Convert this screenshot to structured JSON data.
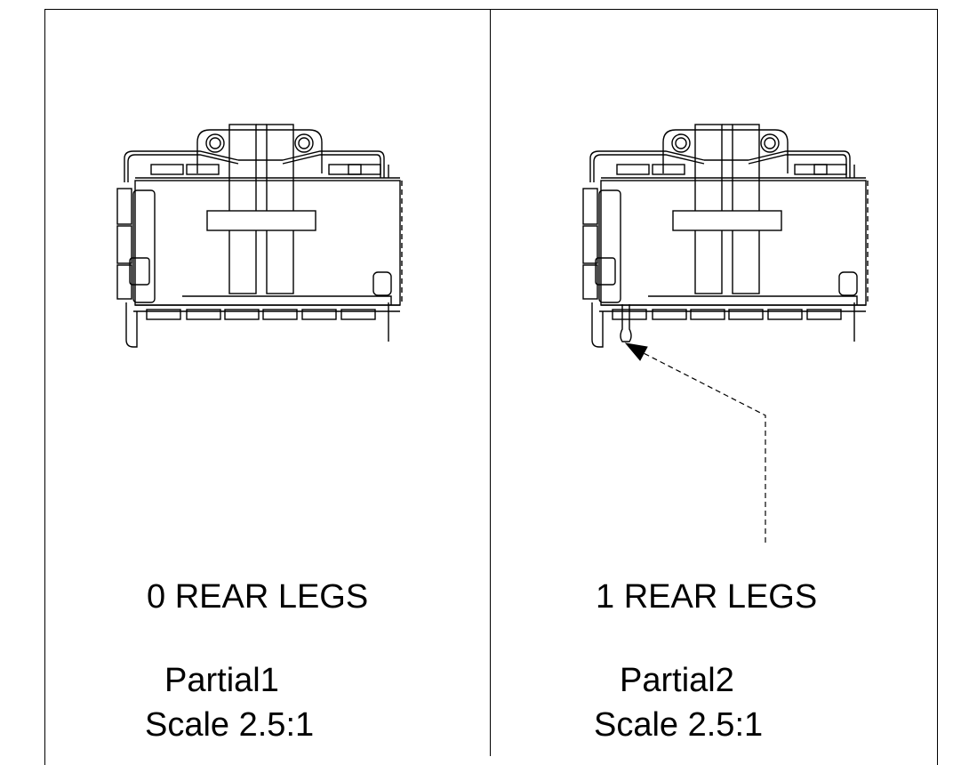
{
  "panels": [
    {
      "caption": "0 REAR LEGS",
      "view_name": "Partial1",
      "scale": "Scale 2.5:1",
      "rear_legs": 0
    },
    {
      "caption": "1 REAR LEGS",
      "view_name": "Partial2",
      "scale": "Scale 2.5:1",
      "rear_legs": 1
    }
  ],
  "colors": {
    "line": "#000000",
    "background": "#ffffff"
  }
}
